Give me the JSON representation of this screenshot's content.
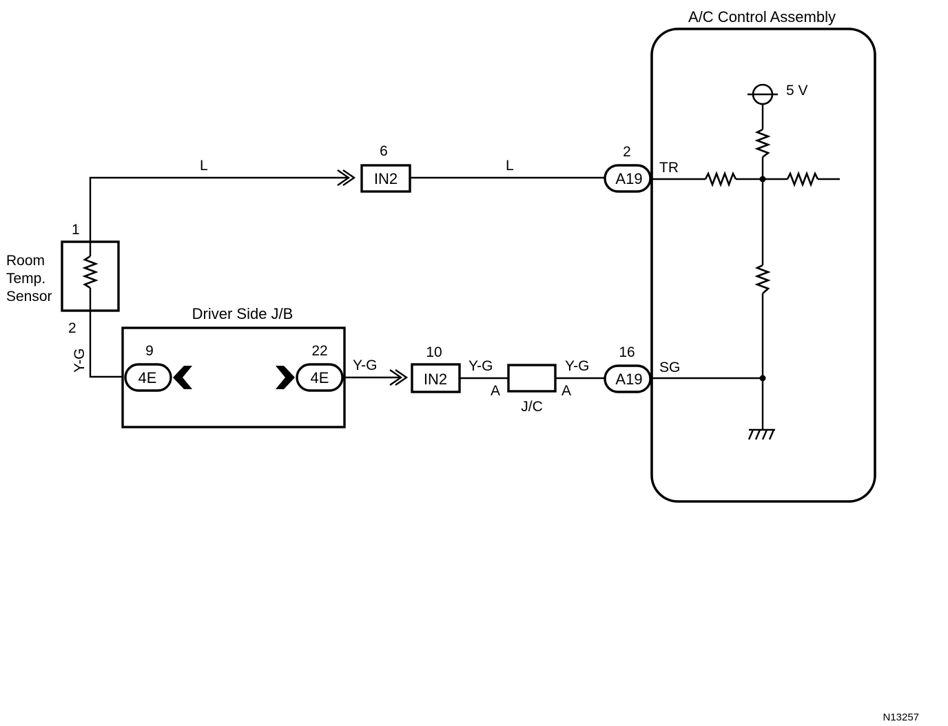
{
  "figure_id": "N13257",
  "ac_assembly": {
    "title": "A/C Control Assembly",
    "supply_voltage": "5 V",
    "terminal_tr": "TR",
    "terminal_sg": "SG"
  },
  "sensor": {
    "name_line1": "Room",
    "name_line2": "Temp.",
    "name_line3": "Sensor",
    "pin_top": "1",
    "pin_bottom": "2"
  },
  "junction_block": {
    "title": "Driver Side J/B",
    "left_connector": {
      "label": "4E",
      "pin": "9"
    },
    "right_connector": {
      "label": "4E",
      "pin": "22"
    }
  },
  "junction_connector": {
    "label": "J/C",
    "left_pin": "A",
    "right_pin": "A"
  },
  "upper_circuit": {
    "wire_color_1": "L",
    "wire_color_2": "L",
    "connector_in2": {
      "label": "IN2",
      "pin": "6"
    },
    "connector_a19": {
      "label": "A19",
      "pin": "2"
    }
  },
  "lower_circuit": {
    "wire_color_vertical": "Y-G",
    "wire_color_1": "Y-G",
    "wire_color_2": "Y-G",
    "wire_color_3": "Y-G",
    "connector_in2": {
      "label": "IN2",
      "pin": "10"
    },
    "connector_a19": {
      "label": "A19",
      "pin": "16"
    }
  }
}
